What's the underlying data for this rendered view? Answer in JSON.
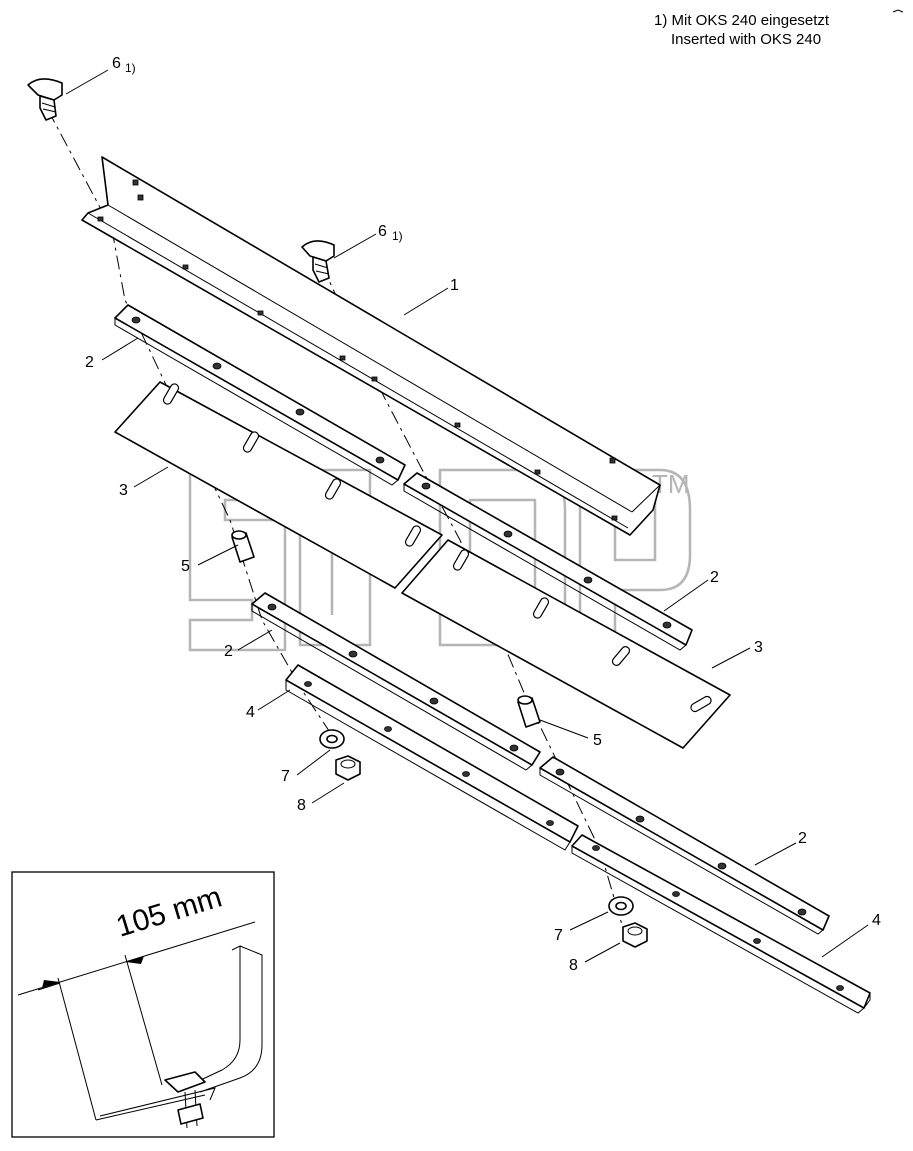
{
  "footnote": {
    "line_de": "1) Mit OKS 240 eingesetzt",
    "line_en": "Inserted with OKS 240"
  },
  "callouts": {
    "c1": "1",
    "c2": "2",
    "c3": "3",
    "c4": "4",
    "c5": "5",
    "c6": "6",
    "c6_note": "1)",
    "c7": "7",
    "c8": "8"
  },
  "detail": {
    "dimension": "105 mm"
  },
  "watermark": {
    "trademark": "TM"
  },
  "icons": [
    "bolt-icon",
    "washer-icon",
    "nut-icon",
    "sleeve-icon"
  ]
}
